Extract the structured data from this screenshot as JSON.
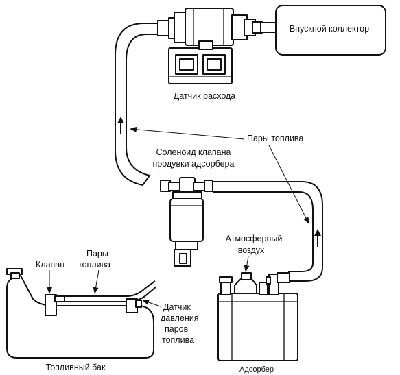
{
  "labels": {
    "intake_manifold": "Впускной коллектор",
    "flow_sensor": "Датчик расхода",
    "fuel_vapor_top": "Пары топлива",
    "purge_solenoid_line1": "Соленоид клапана",
    "purge_solenoid_line2": "продувки адсорбера",
    "atmospheric_air_line1": "Атмосферный",
    "atmospheric_air_line2": "воздух",
    "valve": "Клапан",
    "fuel_vapor_tank_line1": "Пары",
    "fuel_vapor_tank_line2": "топлива",
    "pressure_sensor_line1": "Датчик",
    "pressure_sensor_line2": "давления",
    "pressure_sensor_line3": "паров",
    "pressure_sensor_line4": "топлива",
    "fuel_tank": "Топливный бак",
    "canister": "Адсорбер"
  }
}
